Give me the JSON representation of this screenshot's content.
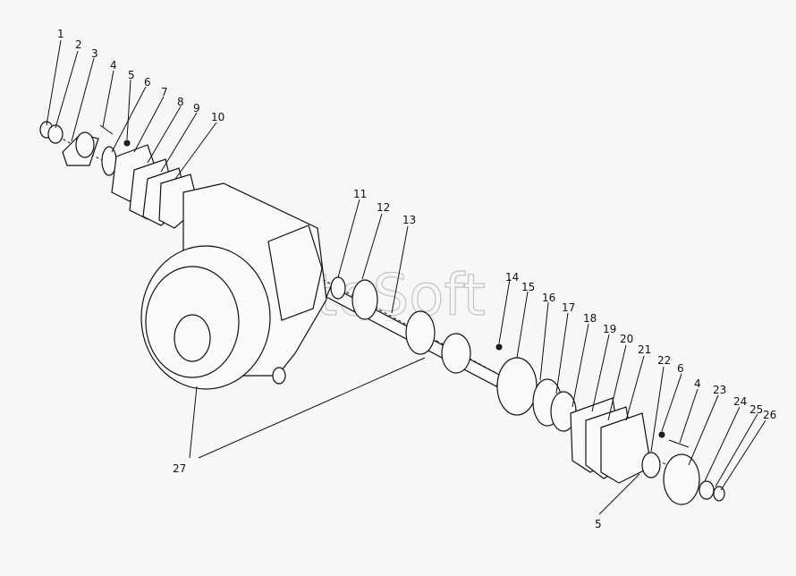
{
  "watermark": "AutoSoft",
  "labels": [
    "1",
    "2",
    "3",
    "4",
    "5",
    "6",
    "7",
    "8",
    "9",
    "10",
    "11",
    "12",
    "13",
    "14",
    "15",
    "16",
    "17",
    "18",
    "19",
    "20",
    "21",
    "22",
    "6",
    "4",
    "23",
    "24",
    "25",
    "26",
    "5",
    "27"
  ]
}
